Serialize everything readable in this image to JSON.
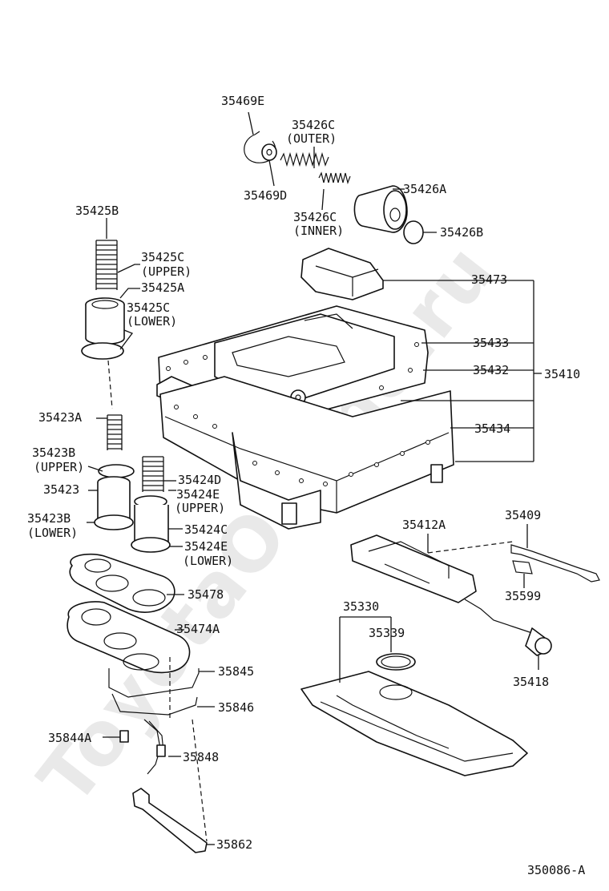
{
  "watermark": "ToyotaOnline.ru",
  "diagram_id": "350086-A",
  "labels": {
    "p35469E": "35469E",
    "p35426C_outer": "35426C",
    "p35426C_outer_note": "(OUTER)",
    "p35469D": "35469D",
    "p35426C_inner": "35426C",
    "p35426C_inner_note": "(INNER)",
    "p35426A": "35426A",
    "p35426B": "35426B",
    "p35425B": "35425B",
    "p35425C_upper": "35425C",
    "p35425C_upper_note": "(UPPER)",
    "p35425A": "35425A",
    "p35425C_lower": "35425C",
    "p35425C_lower_note": "(LOWER)",
    "p35473": "35473",
    "p35433": "35433",
    "p35432": "35432",
    "p35410": "35410",
    "p35434": "35434",
    "p35423A": "35423A",
    "p35423B_upper": "35423B",
    "p35423B_upper_note": "(UPPER)",
    "p35423": "35423",
    "p35424D": "35424D",
    "p35424E_upper": "35424E",
    "p35424E_upper_note": "(UPPER)",
    "p35423B_lower": "35423B",
    "p35423B_lower_note": "(LOWER)",
    "p35424C": "35424C",
    "p35424E_lower": "35424E",
    "p35424E_lower_note": "(LOWER)",
    "p35412A": "35412A",
    "p35409": "35409",
    "p35478": "35478",
    "p35599": "35599",
    "p35474A": "35474A",
    "p35330": "35330",
    "p35339": "35339",
    "p35418": "35418",
    "p35845": "35845",
    "p35846": "35846",
    "p35844A": "35844A",
    "p35848": "35848",
    "p35862": "35862"
  }
}
